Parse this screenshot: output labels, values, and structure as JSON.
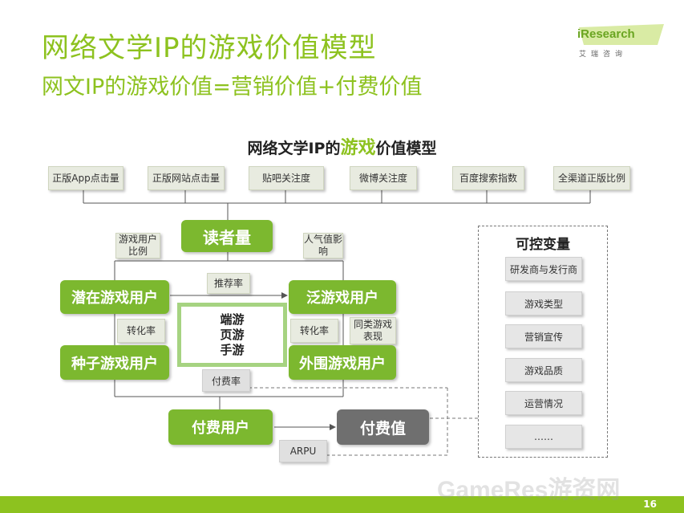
{
  "header": {
    "title": "网络文学IP的游戏价值模型",
    "subtitle": "网文IP的游戏价值=营销价值+付费价值"
  },
  "logo": {
    "main": "iResearch",
    "sub": "艾瑞咨询"
  },
  "diagram": {
    "title_pre": "网络文学IP的",
    "title_hl": "游戏",
    "title_post": "价值模型",
    "top_metrics": [
      "正版App点击量",
      "正版网站点击量",
      "贴吧关注度",
      "微博关注度",
      "百度搜索指数",
      "全渠道正版比例"
    ],
    "readers": "读者量",
    "game_user_ratio": "游戏用户比例",
    "popularity_influence": "人气值影响",
    "recommend_rate": "推荐率",
    "potential_users": "潜在游戏用户",
    "pan_users": "泛游戏用户",
    "conversion_left": "转化率",
    "conversion_right": "转化率",
    "similar_games": "同类游戏表现",
    "seed_users": "种子游戏用户",
    "peripheral_users": "外围游戏用户",
    "platforms": [
      "端游",
      "页游",
      "手游"
    ],
    "pay_rate": "付费率",
    "paying_users": "付费用户",
    "pay_value": "付费值",
    "arpu": "ARPU"
  },
  "variables": {
    "title": "可控变量",
    "items": [
      "研发商与发行商",
      "游戏类型",
      "营销宣传",
      "游戏品质",
      "运营情况",
      "……"
    ]
  },
  "footer": {
    "page_number": "16",
    "watermark": "GameRes游资网"
  },
  "colors": {
    "accent": "#8dc21f",
    "box_green": "#7cb82f",
    "box_dark": "#6f6f6f"
  }
}
